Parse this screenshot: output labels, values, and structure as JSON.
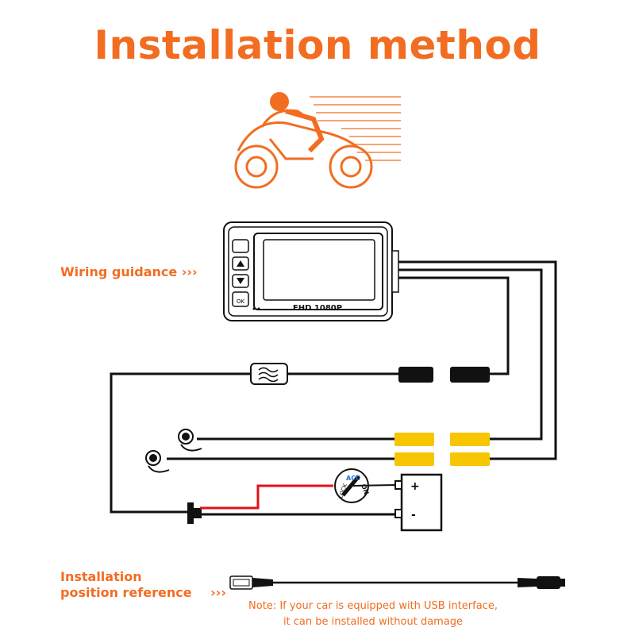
{
  "title": "Installation method",
  "labels": {
    "wiring_guidance": "Wiring guidance",
    "installation_position_line1": "Installation",
    "installation_position_line2": "position reference",
    "arrows": "›››"
  },
  "device": {
    "screen_text": "FHD 1080P",
    "button_ok": "OK"
  },
  "battery": {
    "plus": "+",
    "minus": "-"
  },
  "ignition": {
    "lock": "LOCK",
    "acc": "ACC",
    "on": "ON"
  },
  "note": {
    "line1": "Note: If your car is equipped with USB interface,",
    "line2": "it can be installed without damage"
  },
  "colors": {
    "accent": "#f26d21",
    "wire": "#111111",
    "positive_wire": "#e3101a",
    "connector_yellow": "#f7c600"
  },
  "icons": [
    "motorcycle-rider-icon",
    "dashcam-device-icon",
    "fuse-icon",
    "camera-icon",
    "battery-icon",
    "ignition-switch-icon",
    "usb-plug-icon"
  ]
}
